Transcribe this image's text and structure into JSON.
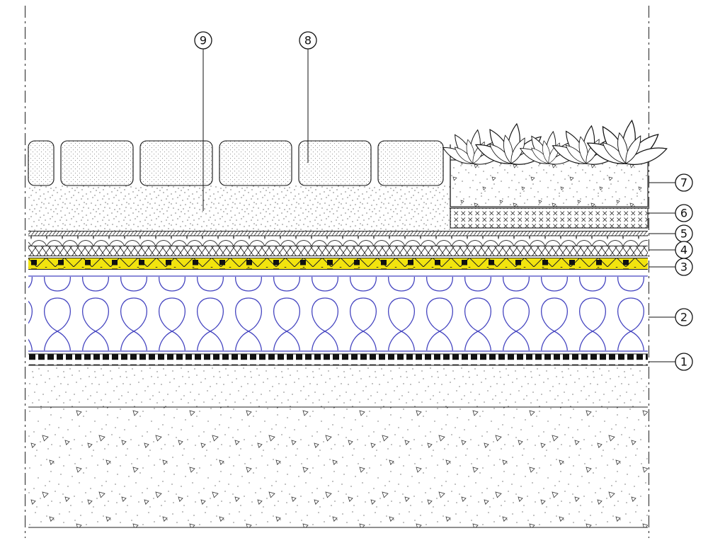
{
  "callouts": {
    "c1": "1",
    "c2": "2",
    "c3": "3",
    "c4": "4",
    "c5": "5",
    "c6": "6",
    "c7": "7",
    "c8": "8",
    "c9": "9"
  },
  "colors": {
    "membrane_yellow": "#f2e40e",
    "insulation_blue": "#4444c0"
  }
}
